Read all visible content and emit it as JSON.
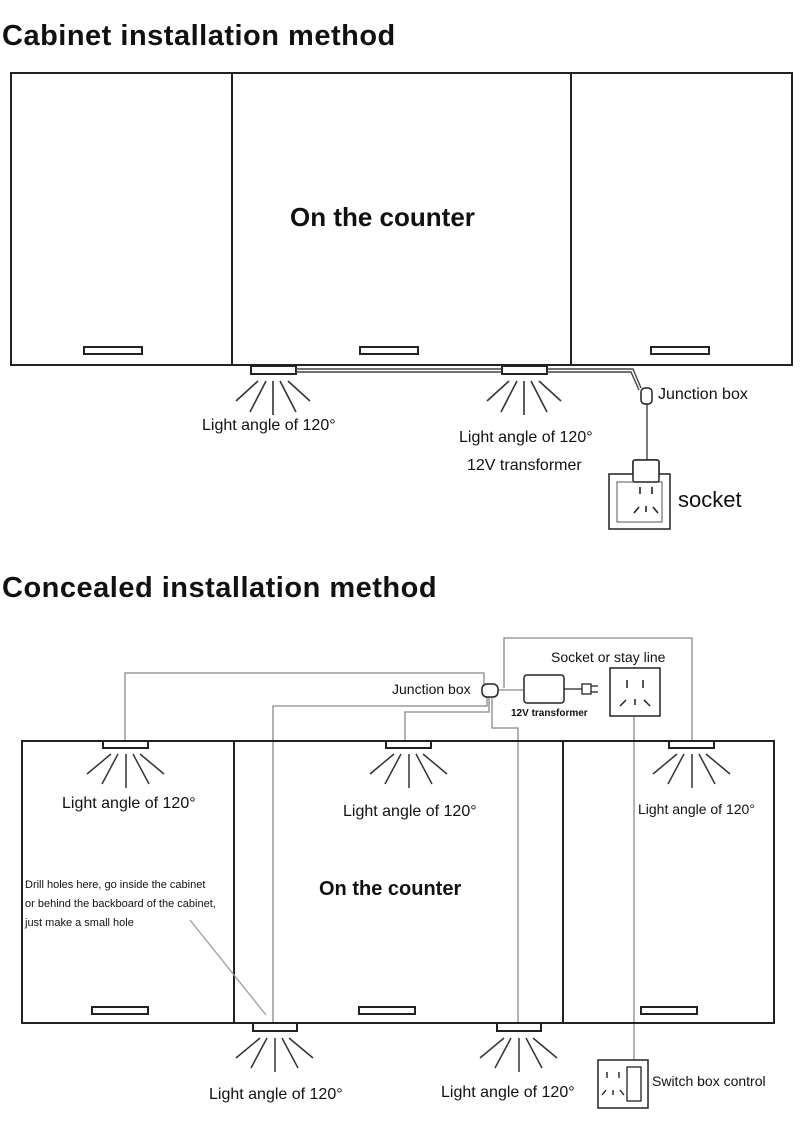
{
  "section1": {
    "title": "Cabinet installation method",
    "counter_label": "On the counter",
    "light_label_left": "Light angle of 120°",
    "light_label_right": "Light angle of 120°",
    "junction_box": "Junction box",
    "transformer": "12V transformer",
    "socket": "socket"
  },
  "section2": {
    "title": "Concealed installation method",
    "junction_box": "Junction box",
    "transformer": "12V transformer",
    "socket_label": "Socket or stay line",
    "light_top_left": "Light angle of 120°",
    "light_top_mid": "Light angle of 120°",
    "light_top_right": "Light angle of 120°",
    "counter_label": "On the counter",
    "drill_note": [
      "Drill holes here, go inside the cabinet",
      "or behind the backboard of the cabinet,",
      "just make a small hole"
    ],
    "light_bottom_left": "Light angle of 120°",
    "light_bottom_right": "Light angle of 120°",
    "switch_label": "Switch box control"
  }
}
